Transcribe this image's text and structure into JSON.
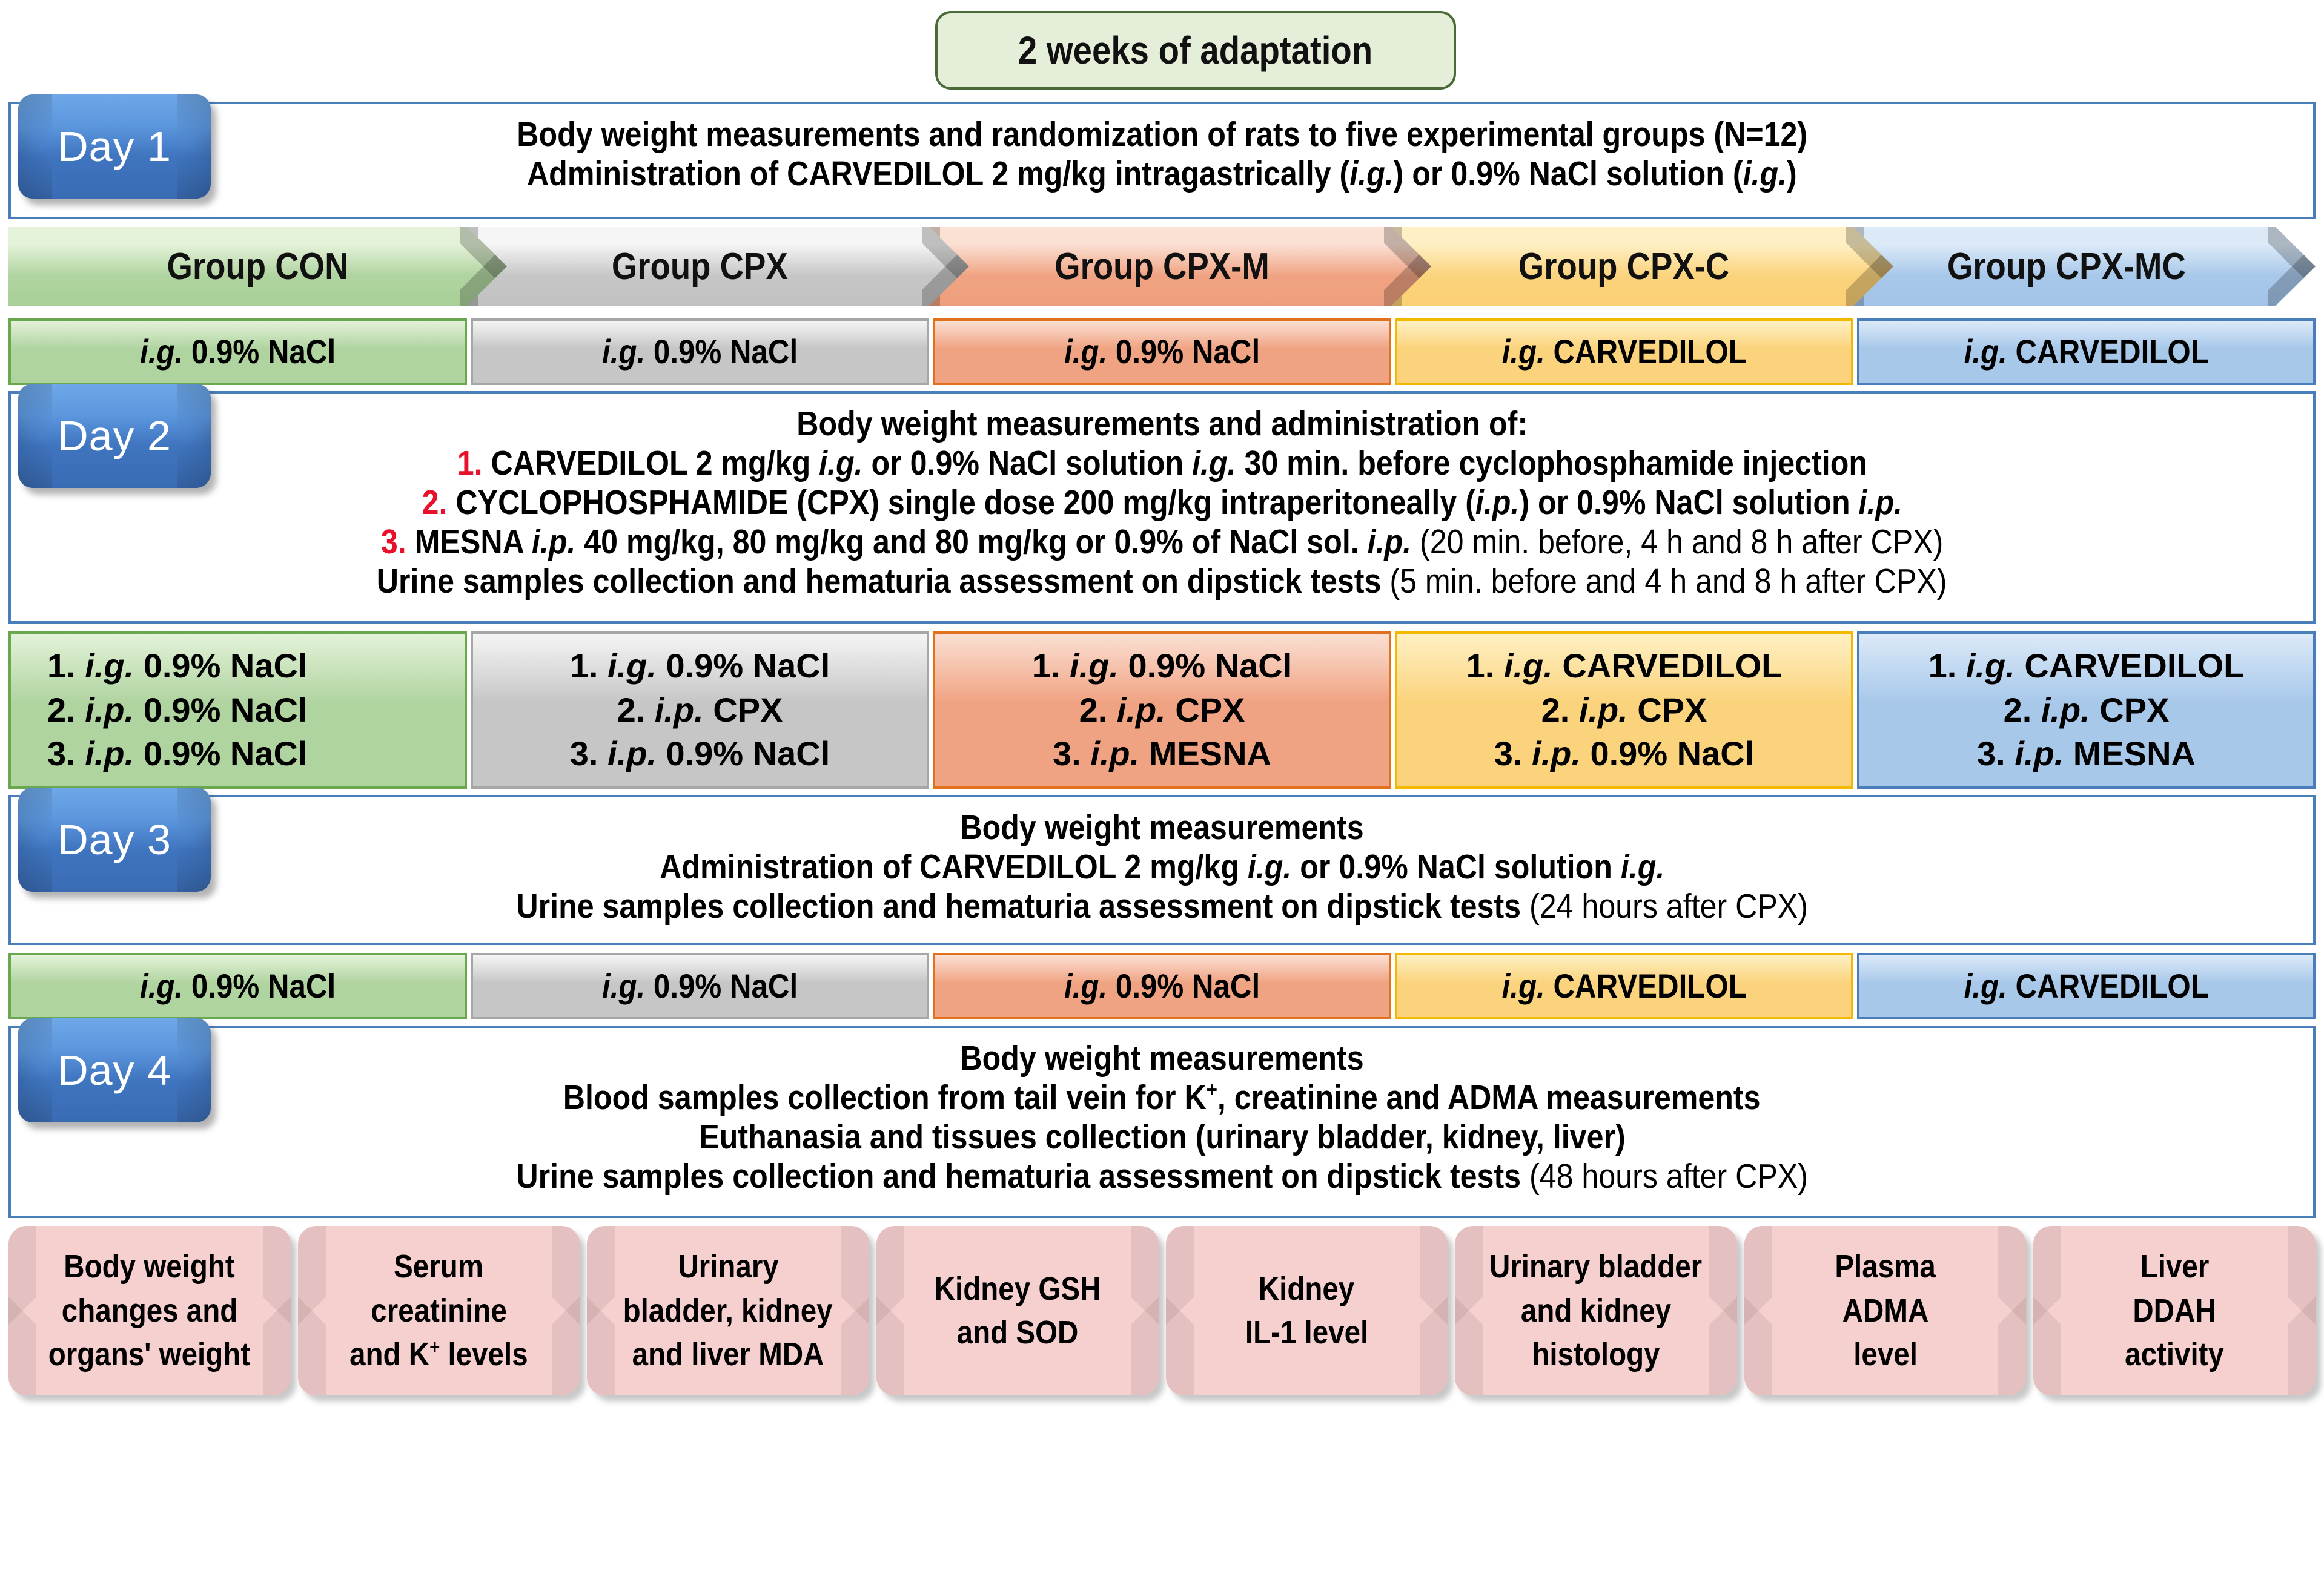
{
  "adaptation": {
    "label": "2 weeks of adaptation"
  },
  "colors": {
    "frame_border": "#4a7ebb",
    "day_badge": "#3f74bf",
    "adaptation_fill": "#e4eed8",
    "adaptation_border": "#4a6b37",
    "group_con": "#b0d4a0",
    "group_cpx": "#c6c6c6",
    "group_cpx_m": "#f0a382",
    "group_cpx_c": "#fbd37c",
    "group_cpx_mc": "#a8c8ea",
    "outcome_pill": "#f6cfcf",
    "red_number": "#e8102a"
  },
  "groups": [
    {
      "name": "Group CON",
      "fill": "#b0d4a0",
      "border": "#6aa84f",
      "grad_top": "#e4f2d9",
      "grad_bot": "#a9d098"
    },
    {
      "name": "Group CPX",
      "fill": "#c6c6c6",
      "border": "#a6a6a6",
      "grad_top": "#f5f5f5",
      "grad_bot": "#c2c2c2"
    },
    {
      "name": "Group CPX-M",
      "fill": "#f0a382",
      "border": "#e2711d",
      "grad_top": "#fbe0d4",
      "grad_bot": "#ee9e7c"
    },
    {
      "name": "Group CPX-C",
      "fill": "#fbd37c",
      "border": "#f2b900",
      "grad_top": "#fef0c4",
      "grad_bot": "#fbd074"
    },
    {
      "name": "Group CPX-MC",
      "fill": "#a8c8ea",
      "border": "#4a7ebb",
      "grad_top": "#dceaf8",
      "grad_bot": "#a2c4e8"
    }
  ],
  "day1": {
    "badge": "Day 1",
    "lines": [
      [
        {
          "t": "Body weight measurements and randomization  of rats to five experimental groups (N=12)"
        }
      ],
      [
        {
          "t": "Administration  of CARVEDILOL 2 mg/kg intragastrically  ("
        },
        {
          "t": "i.g.",
          "s": "i"
        },
        {
          "t": ") or 0.9% NaCl solution ("
        },
        {
          "t": "i.g.",
          "s": "i"
        },
        {
          "t": ")"
        }
      ]
    ]
  },
  "row_day1_doses": [
    [
      {
        "t": "i.g.",
        "s": "i"
      },
      {
        "t": " 0.9% NaCl"
      }
    ],
    [
      {
        "t": "i.g.",
        "s": "i"
      },
      {
        "t": " 0.9% NaCl"
      }
    ],
    [
      {
        "t": "i.g.",
        "s": "i"
      },
      {
        "t": " 0.9% NaCl"
      }
    ],
    [
      {
        "t": "i.g.",
        "s": "i"
      },
      {
        "t": " CARVEDILOL"
      }
    ],
    [
      {
        "t": "i.g.",
        "s": "i"
      },
      {
        "t": " CARVEDILOL"
      }
    ]
  ],
  "day2": {
    "badge": "Day 2",
    "lines": [
      [
        {
          "t": "Body weight measurements and administration  of:"
        }
      ],
      [
        {
          "t": "1.",
          "s": "r"
        },
        {
          "t": " CARVEDILOL 2 mg/kg "
        },
        {
          "t": "i.g.",
          "s": "i"
        },
        {
          "t": " or 0.9% NaCl solution "
        },
        {
          "t": "i.g.",
          "s": "i"
        },
        {
          "t": " 30 min. before cyclophosphamide injection"
        }
      ],
      [
        {
          "t": "2.",
          "s": "r"
        },
        {
          "t": " CYCLOPHOSPHAMIDE  (CPX) single dose 200 mg/kg intraperitoneally ("
        },
        {
          "t": "i.p.",
          "s": "i"
        },
        {
          "t": ") or 0.9% NaCl solution "
        },
        {
          "t": "i.p.",
          "s": "i"
        }
      ],
      [
        {
          "t": "3.",
          "s": "r"
        },
        {
          "t": " MESNA "
        },
        {
          "t": "i.p.",
          "s": "i"
        },
        {
          "t": " 40 mg/kg, 80 mg/kg and 80 mg/kg or 0.9% of NaCl sol. "
        },
        {
          "t": "i.p.",
          "s": "i"
        },
        {
          "t": " (20 min. before, 4 h and 8 h after CPX)",
          "s": "n"
        }
      ],
      [
        {
          "t": "Urine samples collection and hematuria assessment on dipstick tests"
        },
        {
          "t": " (5 min. before and 4 h and 8 h after CPX)",
          "s": "n"
        }
      ]
    ]
  },
  "row_day2_doses": [
    [
      [
        {
          "t": "1. "
        },
        {
          "t": "i.g.",
          "s": "i"
        },
        {
          "t": " 0.9% NaCl"
        }
      ],
      [
        {
          "t": "2. "
        },
        {
          "t": "i.p.",
          "s": "i"
        },
        {
          "t": " 0.9% NaCl"
        }
      ],
      [
        {
          "t": "3. "
        },
        {
          "t": "i.p.",
          "s": "i"
        },
        {
          "t": " 0.9% NaCl"
        }
      ]
    ],
    [
      [
        {
          "t": "1. "
        },
        {
          "t": "i.g.",
          "s": "i"
        },
        {
          "t": " 0.9% NaCl"
        }
      ],
      [
        {
          "t": "2. "
        },
        {
          "t": "i.p.",
          "s": "i"
        },
        {
          "t": " CPX"
        }
      ],
      [
        {
          "t": "3. "
        },
        {
          "t": "i.p.",
          "s": "i"
        },
        {
          "t": " 0.9% NaCl"
        }
      ]
    ],
    [
      [
        {
          "t": "1. "
        },
        {
          "t": "i.g.",
          "s": "i"
        },
        {
          "t": " 0.9% NaCl"
        }
      ],
      [
        {
          "t": "2. "
        },
        {
          "t": "i.p.",
          "s": "i"
        },
        {
          "t": " CPX"
        }
      ],
      [
        {
          "t": "3. "
        },
        {
          "t": "i.p.",
          "s": "i"
        },
        {
          "t": " MESNA"
        }
      ]
    ],
    [
      [
        {
          "t": "1. "
        },
        {
          "t": "i.g.",
          "s": "i"
        },
        {
          "t": " CARVEDILOL"
        }
      ],
      [
        {
          "t": "2. "
        },
        {
          "t": "i.p.",
          "s": "i"
        },
        {
          "t": " CPX"
        }
      ],
      [
        {
          "t": "3. "
        },
        {
          "t": "i.p.",
          "s": "i"
        },
        {
          "t": " 0.9% NaCl"
        }
      ]
    ],
    [
      [
        {
          "t": "1. "
        },
        {
          "t": "i.g.",
          "s": "i"
        },
        {
          "t": " CARVEDILOL"
        }
      ],
      [
        {
          "t": "2. "
        },
        {
          "t": "i.p.",
          "s": "i"
        },
        {
          "t": " CPX"
        }
      ],
      [
        {
          "t": "3. "
        },
        {
          "t": "i.p.",
          "s": "i"
        },
        {
          "t": " MESNA"
        }
      ]
    ]
  ],
  "day3": {
    "badge": "Day 3",
    "lines": [
      [
        {
          "t": "Body weight measurements"
        }
      ],
      [
        {
          "t": "Administration  of CARVEDILOL 2 mg/kg "
        },
        {
          "t": "i.g.",
          "s": "i"
        },
        {
          "t": " or 0.9% NaCl solution "
        },
        {
          "t": "i.g.",
          "s": "i"
        }
      ],
      [
        {
          "t": "Urine samples collection and hematuria assessment on dipstick tests"
        },
        {
          "t": " (24 hours after CPX)",
          "s": "n"
        }
      ]
    ]
  },
  "row_day3_doses": [
    [
      {
        "t": "i.g.",
        "s": "i"
      },
      {
        "t": " 0.9% NaCl"
      }
    ],
    [
      {
        "t": "i.g.",
        "s": "i"
      },
      {
        "t": " 0.9% NaCl"
      }
    ],
    [
      {
        "t": "i.g.",
        "s": "i"
      },
      {
        "t": " 0.9% NaCl"
      }
    ],
    [
      {
        "t": "i.g.",
        "s": "i"
      },
      {
        "t": " CARVEDILOL"
      }
    ],
    [
      {
        "t": "i.g.",
        "s": "i"
      },
      {
        "t": " CARVEDILOL"
      }
    ]
  ],
  "day4": {
    "badge": "Day 4",
    "lines": [
      [
        {
          "t": "Body weight measurements"
        }
      ],
      [
        {
          "t": "Blood samples collection from tail vein for K"
        },
        {
          "t": "+",
          "s": "sup"
        },
        {
          "t": ", creatinine and ADMA measurements"
        }
      ],
      [
        {
          "t": "Euthanasia  and tissues collection (urinary bladder, kidney, liver)"
        }
      ],
      [
        {
          "t": "Urine samples collection and hematuria assessment on dipstick tests"
        },
        {
          "t": " (48 hours after CPX)",
          "s": "n"
        }
      ]
    ]
  },
  "outcomes": [
    {
      "lines": [
        "Body weight",
        "changes and",
        "organs' weight"
      ]
    },
    {
      "lines": [
        "Serum",
        "creatinine",
        "and K+ levels"
      ],
      "sup_line": 2
    },
    {
      "lines": [
        "Urinary",
        "bladder, kidney",
        "and liver MDA"
      ]
    },
    {
      "lines": [
        "Kidney GSH",
        "and SOD"
      ]
    },
    {
      "lines": [
        "Kidney",
        "IL-1 level"
      ]
    },
    {
      "lines": [
        "Urinary bladder",
        "and kidney",
        "histology"
      ]
    },
    {
      "lines": [
        "Plasma",
        "ADMA",
        "level"
      ]
    },
    {
      "lines": [
        "Liver",
        "DDAH",
        "activity"
      ]
    }
  ]
}
